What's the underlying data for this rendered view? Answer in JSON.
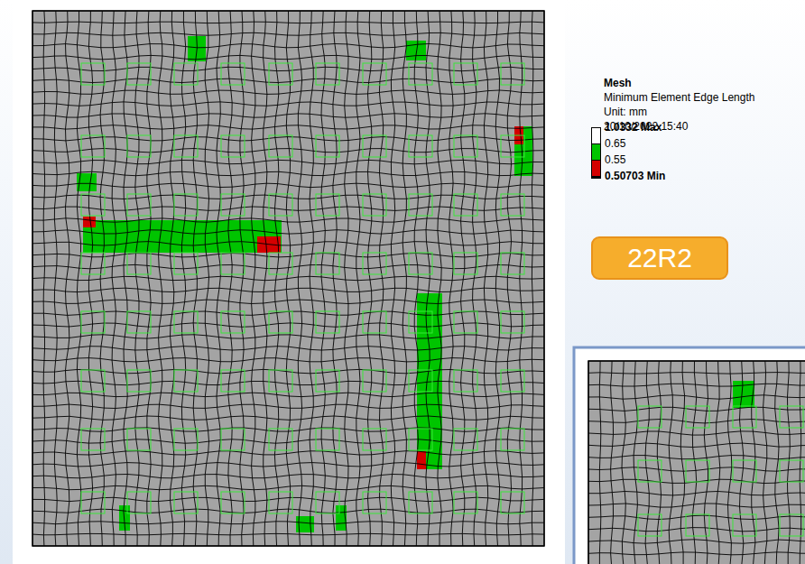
{
  "diagram": {
    "title": "Mesh",
    "nodes": [
      {
        "text": [
          "22R2"
        ]
      }
    ],
    "labels": [
      "Minimum Element Edge Length",
      "Unit: mm",
      "20/10/2022 15:40",
      "0.50703 Min"
    ],
    "legend": [
      {
        "text": "1.0332 Max",
        "color": "#ffffff"
      },
      {
        "text": "0.65",
        "color": "#00c400"
      },
      {
        "text": "0.55",
        "color": "#d40000"
      }
    ]
  }
}
